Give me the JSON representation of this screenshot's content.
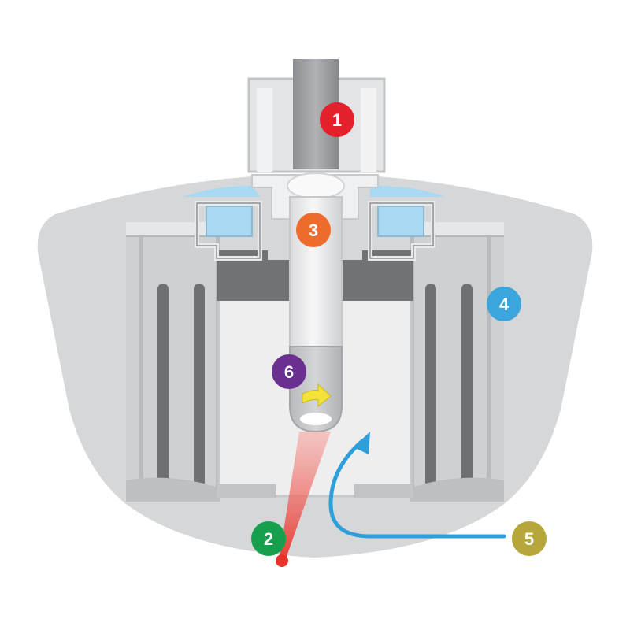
{
  "diagram": {
    "markers": [
      {
        "id": "1",
        "label": "1",
        "color": "#e3202c",
        "part": "upper-stem-assembly"
      },
      {
        "id": "2",
        "label": "2",
        "color": "#16a04d",
        "part": "light-beam-origin"
      },
      {
        "id": "3",
        "label": "3",
        "color": "#ec6b2d",
        "part": "central-rod"
      },
      {
        "id": "4",
        "label": "4",
        "color": "#3aa6dd",
        "part": "outer-housing-ribs"
      },
      {
        "id": "5",
        "label": "5",
        "color": "#b5a73a",
        "part": "flow-path-arrow"
      },
      {
        "id": "6",
        "label": "6",
        "color": "#6b2f8f",
        "part": "rotating-tip"
      }
    ],
    "colors": {
      "housing": "#d6d7d9",
      "housing_dark": "#b8babd",
      "slot": "#6e7073",
      "chamber": "#eeeeef",
      "glass": "#a9d8f2",
      "flow_arrow": "#2f9fd9",
      "beam": "#e8332b",
      "rotation_arrow": "#f4e23a"
    }
  }
}
